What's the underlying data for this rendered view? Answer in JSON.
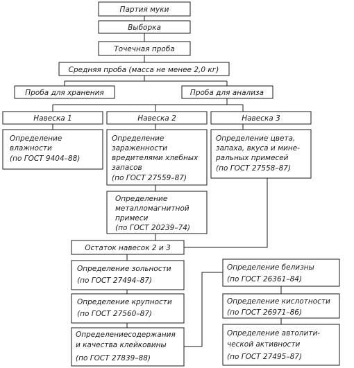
{
  "boxes": {
    "party": "Партия муки",
    "sampling": "Выборка",
    "point_sample": "Точечная проба",
    "average_sample": "Средняя проба (масса не менее 2,0 кг)",
    "storage_sample": "Проба для хранения",
    "analysis_sample": "Проба для анализа",
    "portion1": "Навеска 1",
    "portion2": "Навеска 2",
    "portion3": "Навеска 3",
    "moisture": [
      "Определение",
      "влажности",
      "(по ГОСТ 9404–88)"
    ],
    "infestation": [
      "Определение",
      "зараженности",
      "вредителями хлебных",
      "запасов",
      "(по ГОСТ 27559–87)"
    ],
    "metal": [
      "Определение",
      "металломагнитной",
      "примеси",
      "(по ГОСТ 20239–74)"
    ],
    "color": [
      "Определение цвета,",
      "запаха, вкуса и мине-",
      "ральных примесей",
      "(по ГОСТ 27558–87)"
    ],
    "remainder": "Остаток навесок 2 и 3",
    "ash": [
      "Определение зольности",
      "(по ГОСТ 27494–87)"
    ],
    "coarseness": [
      "Определение крупности",
      "(по ГОСТ 27560–87)"
    ],
    "gluten": [
      "Определениесодержания",
      "и качества клейковины",
      "(по ГОСТ 27839–88)"
    ],
    "whiteness": [
      "Определение белизны",
      "(по ГОСТ 26361–84)"
    ],
    "acidity": [
      "Определение кислотности",
      "(по ГОСТ 26971–86)"
    ],
    "autolytic": [
      "Определение автолити-",
      "ческой активности",
      "(по ГОСТ 27495–87)"
    ]
  }
}
